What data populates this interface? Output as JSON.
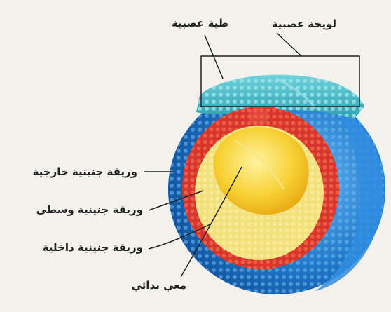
{
  "labels": {
    "neural_plate": "لويحة عصبية",
    "neural_fold": "طية عصبية",
    "ectoderm": "وريقة جنينية خارجية",
    "mesoderm": "وريقة جنينية وسطى",
    "endoderm": "وريقة جنينية داخلية",
    "primitive_gut": "معي بدائي"
  },
  "colors": {
    "background": "#f3f1ec",
    "ectoderm_blue": "#1f78c8",
    "neural_teal": "#39b3c2",
    "mesoderm_red": "#d9342b",
    "endoderm_yellow": "#f2e07a",
    "yolk_gold": "#f5c518"
  }
}
